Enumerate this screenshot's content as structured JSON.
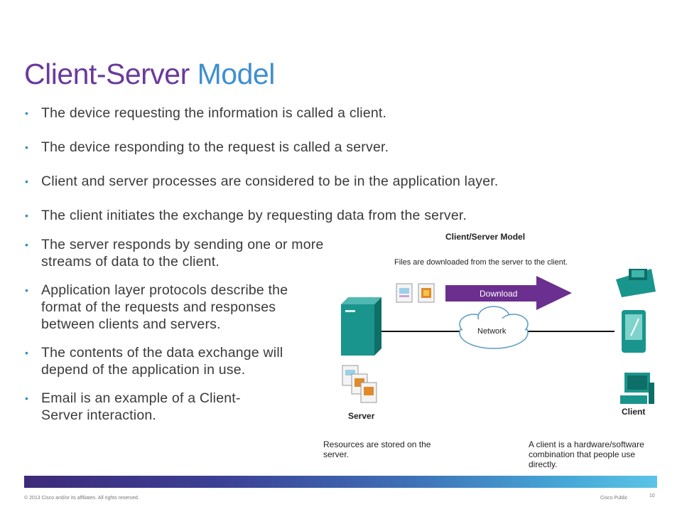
{
  "title": {
    "part1": "Client-Server",
    "part2": "Model"
  },
  "bullets_top": [
    "The device requesting the information is called a client.",
    "The device responding to the request is called a server.",
    "Client and server processes are considered to be in the application layer.",
    "The client initiates the exchange by requesting data from the server."
  ],
  "bullets_left": [
    "The server responds by sending one or more streams of data to the client.",
    "Application layer protocols describe the format of the requests and responses between clients and servers.",
    "The contents of the data exchange will depend of the application in use.",
    "Email is an example of a Client-Server interaction."
  ],
  "diagram": {
    "title": "Client/Server Model",
    "subtitle": "Files are downloaded from the server to the client.",
    "download_label": "Download",
    "network_label": "Network",
    "server_label": "Server",
    "client_label": "Client",
    "server_caption": "Resources are stored on the server.",
    "client_caption": "A client is a hardware/software combination that people use directly."
  },
  "footer": {
    "copyright": "© 2013 Cisco and/or its affiliates. All rights reserved.",
    "classification": "Cisco Public",
    "page": "10"
  }
}
